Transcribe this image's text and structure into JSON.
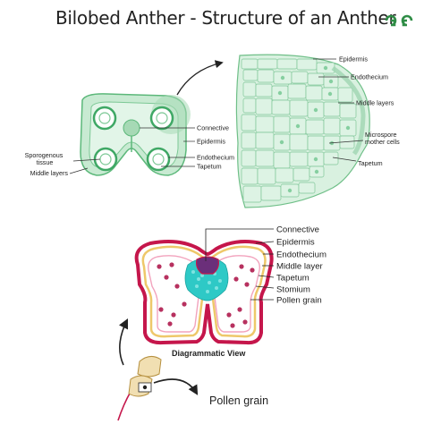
{
  "title": "Bilobed Anther - Structure of an Anther",
  "brand_color": "#2f8d46",
  "section_top_left": {
    "labels": {
      "connective": "Connective",
      "epidermis": "Epidermis",
      "endothecium": "Endothecium",
      "tapetum": "Tapetum",
      "sporogenous": "Sporogenous tissue",
      "middle_layers": "Middle layers"
    }
  },
  "section_top_right": {
    "labels": {
      "epidermis": "Epidermis",
      "endothecium": "Endothecium",
      "middle_layers": "Middle layers",
      "microspore": "Microspore mother cells",
      "tapetum": "Tapetum"
    }
  },
  "section_bottom": {
    "labels": [
      "Connective",
      "Epidermis",
      "Endothecium",
      "Middle layer",
      "Tapetum",
      "Stomium",
      "Pollen grain"
    ],
    "caption": "Diagrammatic View",
    "pollen_label": "Pollen grain"
  }
}
